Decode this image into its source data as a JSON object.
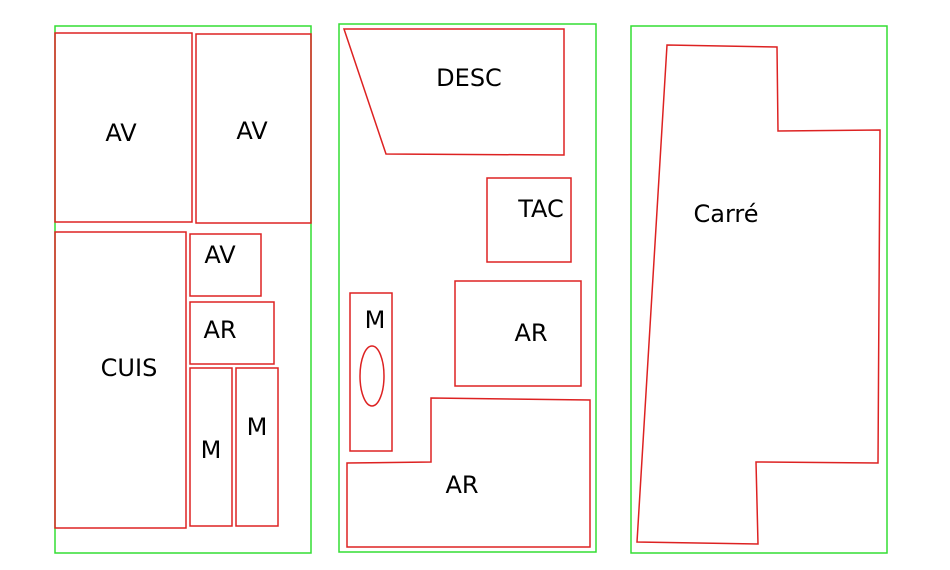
{
  "colors": {
    "sheet_outline": "#33dd33",
    "piece_outline": "#dd2222",
    "background": "#ffffff",
    "text": "#000000"
  },
  "sheets": [
    {
      "pieces": [
        {
          "label": "AV"
        },
        {
          "label": "AV"
        },
        {
          "label": "CUIS"
        },
        {
          "label": "AV"
        },
        {
          "label": "AR"
        },
        {
          "label": "M"
        },
        {
          "label": "M"
        }
      ]
    },
    {
      "pieces": [
        {
          "label": "DESC"
        },
        {
          "label": "TAC"
        },
        {
          "label": "M"
        },
        {
          "label": "AR"
        },
        {
          "label": "AR"
        }
      ]
    },
    {
      "pieces": [
        {
          "label": "Carré"
        }
      ]
    }
  ]
}
